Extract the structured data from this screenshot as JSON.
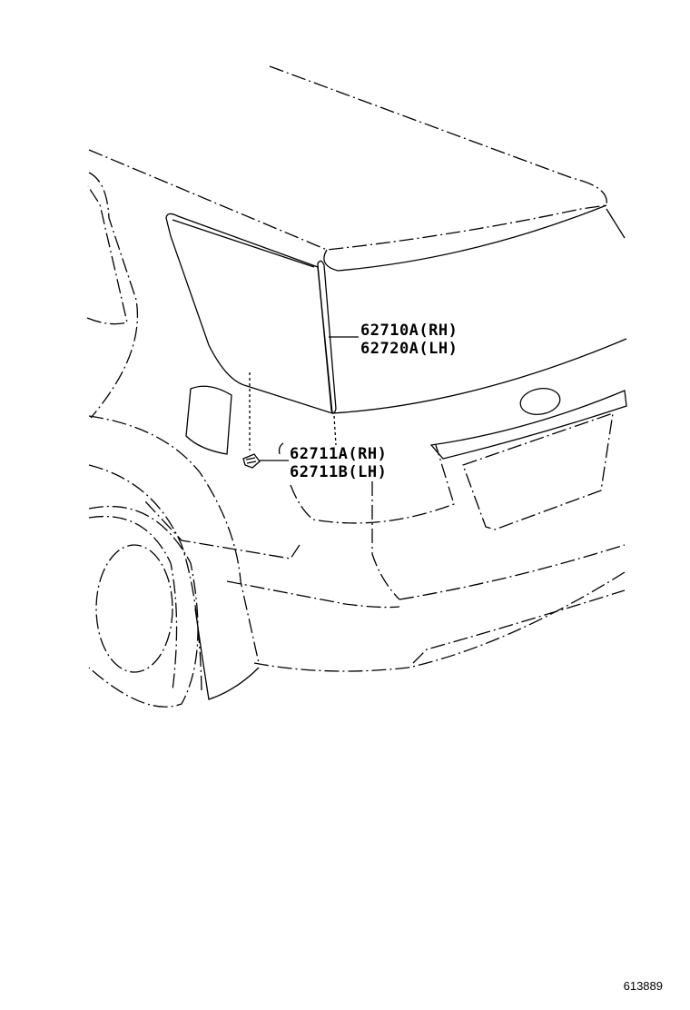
{
  "callouts": [
    {
      "part_number": "62710A(RH)",
      "part_number_2": "62720A(LH)"
    },
    {
      "part_number": "62711A(RH)",
      "part_number_2": "62711B(LH)"
    }
  ],
  "figure_number": "613889",
  "colors": {
    "line": "#000000",
    "background": "#ffffff"
  }
}
